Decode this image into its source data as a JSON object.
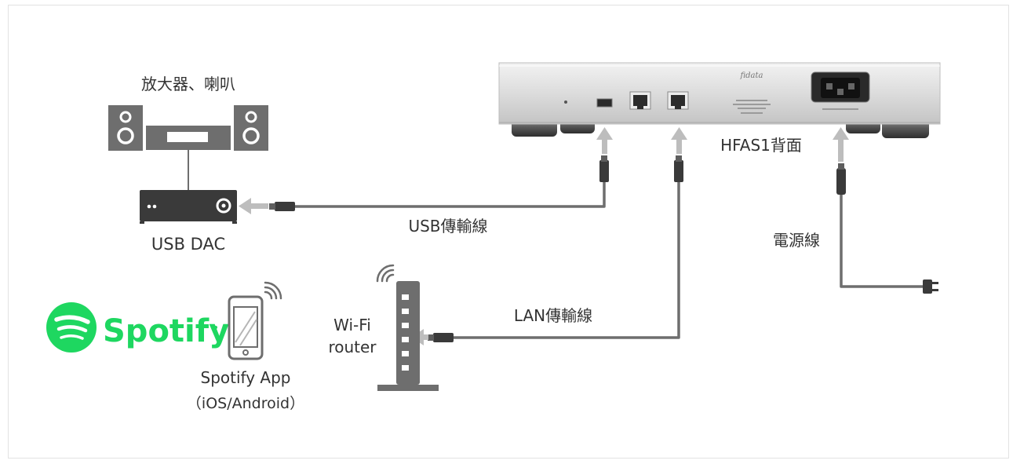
{
  "labels": {
    "amp_speakers": "放大器、喇叭",
    "usb_dac": "USB DAC",
    "usb_cable": "USB傳輸線",
    "lan_cable": "LAN傳輸線",
    "power_cable": "電源線",
    "hfas1_rear": "HFAS1背面",
    "wifi_router_line1": "Wi-Fi",
    "wifi_router_line2": "router",
    "spotify_app_line1": "Spotify App",
    "spotify_app_line2": "（iOS/Android）"
  },
  "logo": {
    "spotify_word": "Spotify",
    "device_brand": "fidata"
  },
  "colors": {
    "cable": "#6e6e6e",
    "arrow": "#bdbdbd",
    "device_dark": "#3a3a3a",
    "spotify_green": "#1ed760",
    "silver": "#d8d8d8"
  }
}
